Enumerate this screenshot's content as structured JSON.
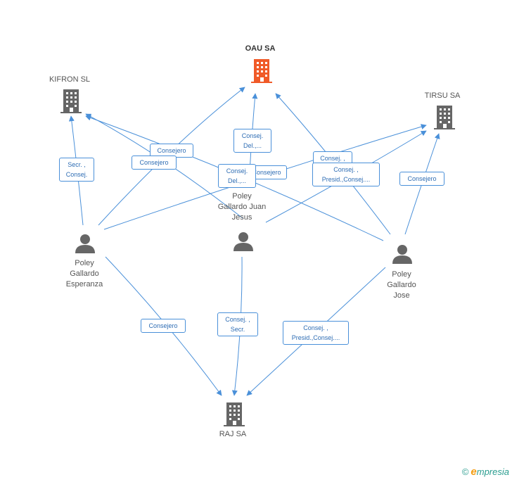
{
  "colors": {
    "edge": "#4a90d9",
    "company": "#666666",
    "company_accent": "#f05a28",
    "person": "#666666"
  },
  "nodes": {
    "oau": {
      "label": "OAU SA",
      "icon": "building-icon"
    },
    "kifron": {
      "label": "KIFRON  SL",
      "icon": "building-icon"
    },
    "tirsu": {
      "label": "TIRSU SA",
      "icon": "building-icon"
    },
    "raj": {
      "label": "RAJ SA",
      "icon": "building-icon"
    },
    "esperanza": {
      "label": "Poley Gallardo Esperanza",
      "icon": "person-icon"
    },
    "juan": {
      "label": "Poley Gallardo Juan Jesus",
      "icon": "person-icon"
    },
    "jose": {
      "label": "Poley Gallardo Jose",
      "icon": "person-icon"
    }
  },
  "edge_labels": {
    "esp_kifron": "Secr. , Consej.",
    "consejero_a": "Consejero",
    "consejero_b": "Consejero",
    "oau_del": "Consej. Del.,...",
    "juan_del": "Consej. Del.,...",
    "consejero_c": "Consejero",
    "consej_top": "Consej. ,",
    "presid_mid": "Consej. , Presid.,Consej....",
    "jose_tirsu": "Consejero",
    "esp_raj": "Consejero",
    "juan_raj": "Consej. , Secr.",
    "jose_raj": "Consej. , Presid.,Consej...."
  },
  "footer": {
    "copyright": "©",
    "brand_first": "e",
    "brand_rest": "mpresia"
  }
}
